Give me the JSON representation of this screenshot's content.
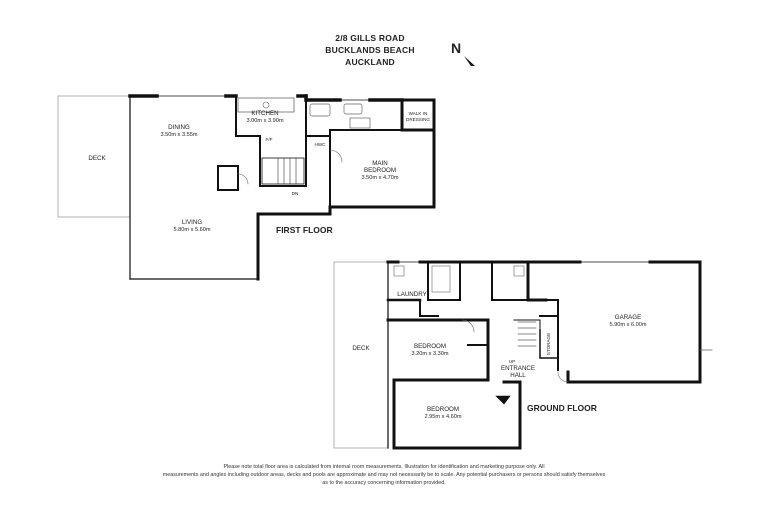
{
  "address": {
    "line1": "2/8 GILLS ROAD",
    "line2": "BUCKLANDS BEACH",
    "line3": "AUCKLAND"
  },
  "north_label": "N",
  "first_floor": {
    "label": "FIRST FLOOR",
    "rooms": {
      "deck": {
        "name": "DECK"
      },
      "dining": {
        "name": "DINING",
        "size": "3.50m x 3.55m"
      },
      "kitchen": {
        "name": "KITCHEN",
        "size": "3.00m x 3.90m"
      },
      "living": {
        "name": "LIVING",
        "size": "5.80m x 5.60m"
      },
      "main_bedroom": {
        "name_line1": "MAIN",
        "name_line2": "BEDROOM",
        "size": "3.50m x 4.70m"
      },
      "walk_in": {
        "line1": "WALK IN",
        "line2": "DRESSING"
      },
      "fridge": "F/F",
      "stairs": "DN",
      "hwc": "HWC"
    }
  },
  "ground_floor": {
    "label": "GROUND FLOOR",
    "rooms": {
      "deck": {
        "name": "DECK"
      },
      "laundry": {
        "name": "LAUNDRY"
      },
      "bedroom1": {
        "name": "BEDROOM",
        "size": "3.20m x 3.30m"
      },
      "bedroom2": {
        "name": "BEDROOM",
        "size": "2.95m x 4.60m"
      },
      "entrance": {
        "line1": "UP",
        "line2": "ENTRANCE",
        "line3": "HALL"
      },
      "garage": {
        "name": "GARAGE",
        "size": "5.90m x 6.00m"
      },
      "storage": "STORAGE"
    }
  },
  "disclaimer": {
    "line1": "Please note total floor area is calculated from internal room measurements. Illustration for identification and marketing purpose only. All",
    "line2": "measurements and angles including outdoor areas, decks and pools are approximate and may not necessarily be to scale. Any potential purchasers or persons should satisfy themselves",
    "line3": "as to the accuracy concerning information provided."
  },
  "colors": {
    "wall": "#111111",
    "deck": "#bdbdbd",
    "fixture": "#666666"
  }
}
